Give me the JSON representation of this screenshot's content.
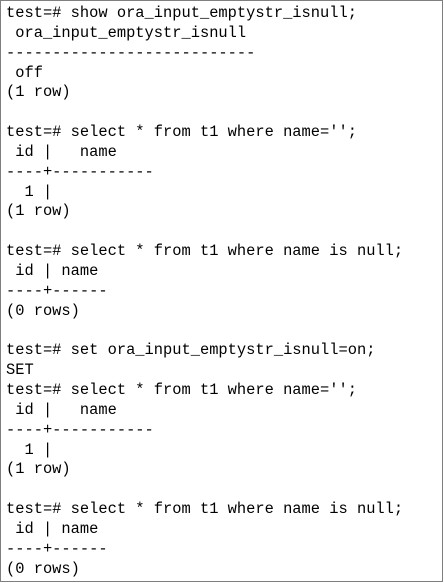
{
  "terminal": {
    "lines": [
      "test=# show ora_input_emptystr_isnull;",
      " ora_input_emptystr_isnull",
      "---------------------------",
      " off",
      "(1 row)",
      "",
      "test=# select * from t1 where name='';",
      " id |   name",
      "----+-----------",
      "  1 |",
      "(1 row)",
      "",
      "test=# select * from t1 where name is null;",
      " id | name",
      "----+------",
      "(0 rows)",
      "",
      "test=# set ora_input_emptystr_isnull=on;",
      "SET",
      "test=# select * from t1 where name='';",
      " id |   name",
      "----+-----------",
      "  1 |",
      "(1 row)",
      "",
      "test=# select * from t1 where name is null;",
      " id | name",
      "----+------",
      "(0 rows)"
    ]
  }
}
